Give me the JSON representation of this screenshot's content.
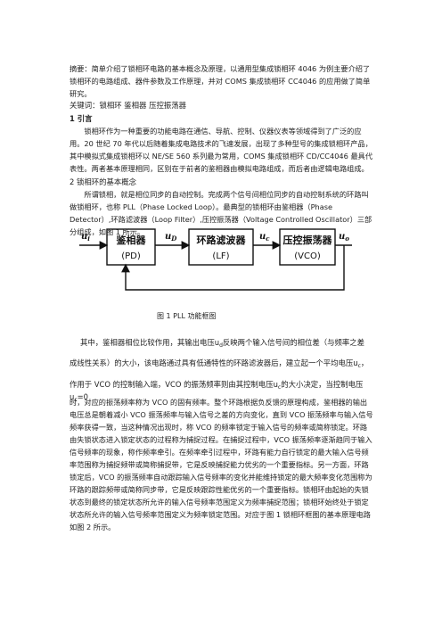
{
  "abstract": "摘要：简单介绍了锁相环电路的基本概念及原理，以通用型集成锁相环 4046 为例主要介绍了锁相环的电路组成、器件参数及工作原理，并对 COMS 集成锁相环 CC4046 的应用做了简单研究。",
  "keywords": "关键词：锁相环    鉴相器    压控振荡器",
  "section1_title": "1  引言",
  "intro": "锁相环作为一种重要的功能电路在通信、导航、控制、仪器仪表等领域得到了广泛的应用。20 世纪 70 年代以后随着集成电路技术的飞速发展，出现了多种型号的集成锁相环产品，其中模拟式集成锁相环以 NE/SE 560 系列最为常用，COMS 集成锁相环 CD/CC4046 最具代表性。两者基本原理相同，区别在于前者的鉴相器由模拟电路组成，而后者由逻辑电路组成。",
  "section2_title": "2  锁相环的基本概念",
  "concept": "所谓锁相，就是相位同步的自动控制。完成两个信号间相位同步的自动控制系统的环路叫做锁相环，也称 PLL（Phase Locked Loop）。最典型的锁相环由鉴相器（Phase Detector）,环路滤波器（Loop Filter）,压控振荡器（Voltage Controlled Oscillator）三部分组成，如图 1 所示。",
  "diagram": {
    "ui": "u",
    "ui_sub": "i",
    "ud": "u",
    "ud_sub": "D",
    "uc": "u",
    "uc_sub": "c",
    "uo": "u",
    "uo_sub": "o",
    "pd_name": "鉴相器",
    "pd_abbr": "(PD)",
    "lf_name": "环路滤波器",
    "lf_abbr": "(LF)",
    "vco_name": "压控振荡器",
    "vco_abbr": "(VCO)"
  },
  "caption": "图 1    PLL 功能框图",
  "p3a_1": "其中，鉴相器相位比较作用，其输出电压",
  "p3a_2": "反映两个输入信号间的相位差（与频率之差",
  "p3b_1": "成线性关系）的大小，该电路通过具有低通特性的环路滤波器后，建立起一个平均电压",
  "p3b_2": "，",
  "p3c_1": "作用于 VCO 的控制输入端，VCO 的振荡频率则由其控制电压",
  "p3c_2": "的大小决定，当控制电压",
  "p3c_3": "=0",
  "u_main": "u",
  "u_sub_d": "d",
  "u_sub_c": "c",
  "body_rest": "时，对应的振荡频率称为 VCO 的固有频率。整个环路根据负反馈的原理构成，鉴相器的输出电压总是朝着减小 VCO 振荡频率与输入信号之差的方向变化，直到 VCO 振荡频率与输入信号频率获得一致，当这种情况出现时，称 VCO 的频率锁定于输入信号的频率或简称锁定。环路由失锁状态进入锁定状态的过程称为捕捉过程。在捕捉过程中，VCO 振荡频率逐渐趋同于输入信号频率的现象，称作频率牵引。在频率牵引过程中，环路有能力自行锁定的最大输入信号频率范围称为捕捉频带或简称捕捉带，它是反映捕捉能力优劣的一个重要指标。另一方面，环路锁定后，VCO 的振荡频率自动跟踪输入信号频率的变化并能维持锁定的最大频率变化范围称为环路的跟踪频带或简称同步带，它是反映跟踪性能优劣的一个重要指标。锁相环由起始的失锁状态到最终的锁定状态所允许的输入信号频率范围定义为频率捕捉范围；锁相环始终处于锁定状态所允许的输入信号频率范围定义为频率锁定范围。对应于图 1 锁相环框图的基本原理电路如图 2 所示。"
}
